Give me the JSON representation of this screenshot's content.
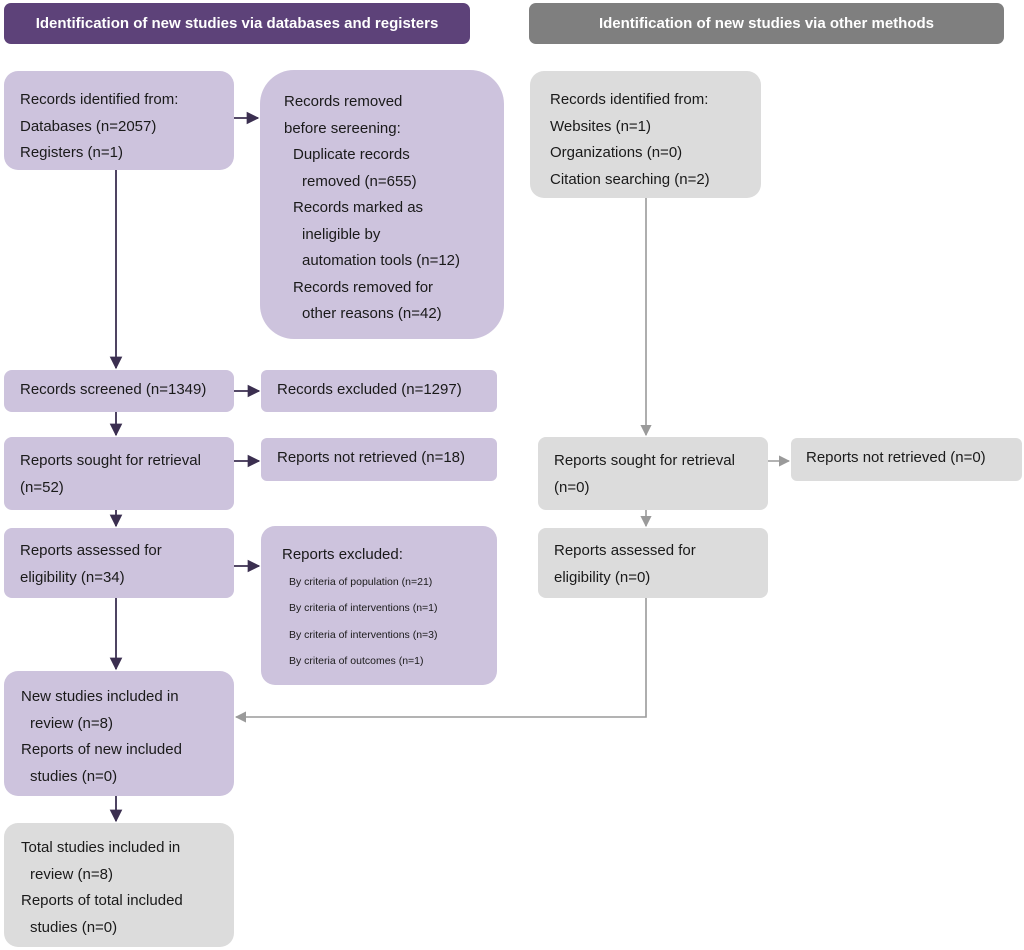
{
  "headers": {
    "left": "Identification of new studies via databases and registers",
    "right": "Identification of new studies via other methods"
  },
  "colors": {
    "left_header": "#5d4279",
    "right_header": "#7f7f7f",
    "left_box": "#cdc3dd",
    "gray_box": "#dcdcdc",
    "dark_arrow": "#3b2f50",
    "light_arrow": "#9a9a9a"
  },
  "db": {
    "identified": [
      "Records identified from:",
      "Databases (n=2057)",
      "Registers (n=1)"
    ],
    "removed": {
      "title": [
        "Records removed",
        "before sereening:"
      ],
      "items": [
        [
          "Duplicate records",
          "removed (n=655)"
        ],
        [
          "Records marked as",
          "ineligible by",
          "automation tools (n=12)"
        ],
        [
          "Records removed for",
          "other reasons (n=42)"
        ]
      ]
    },
    "screened": "Records screened (n=1349)",
    "excluded": "Records excluded (n=1297)",
    "sought": [
      "Reports sought for retrieval",
      "(n=52)"
    ],
    "not_retrieved": "Reports not retrieved (n=18)",
    "assessed": [
      "Reports assessed for",
      "eligibility (n=34)"
    ],
    "reports_excluded": {
      "title": "Reports excluded:",
      "items": [
        "By criteria of population (n=21)",
        "By criteria of interventions (n=1)",
        "By criteria of interventions (n=3)",
        "By criteria of outcomes (n=1)"
      ]
    },
    "included": {
      "items": [
        [
          "New studies included in",
          "review (n=8)"
        ],
        [
          "Reports of new included",
          "studies (n=0)"
        ]
      ]
    },
    "total": {
      "items": [
        [
          "Total studies included in",
          "review (n=8)"
        ],
        [
          "Reports of total included",
          "studies (n=0)"
        ]
      ]
    }
  },
  "other": {
    "identified": [
      "Records identified from:",
      "Websites (n=1)",
      "Organizations (n=0)",
      "Citation searching (n=2)"
    ],
    "sought": [
      "Reports sought for retrieval",
      "(n=0)"
    ],
    "not_retrieved": "Reports not retrieved (n=0)",
    "assessed": [
      "Reports assessed for",
      "eligibility (n=0)"
    ]
  }
}
